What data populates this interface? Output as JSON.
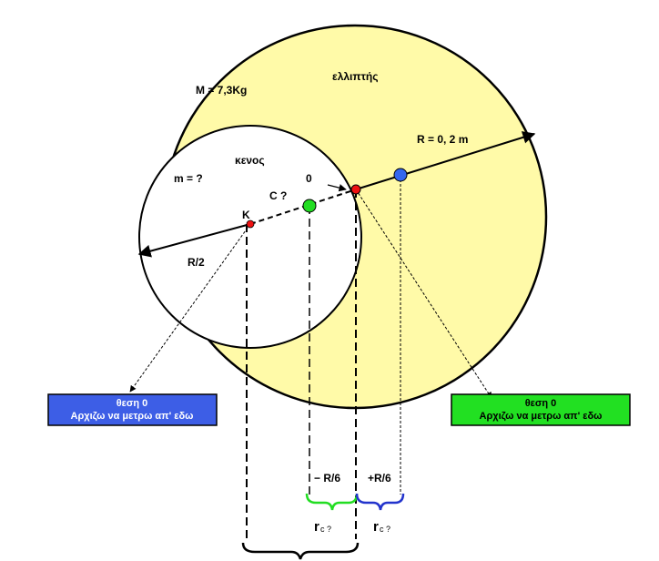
{
  "labels": {
    "outer_mass": "M = 7,3Kg",
    "outer_name": "ελλιπτής",
    "outer_radius": "R = 0, 2 m",
    "hole_name": "κενος",
    "hole_mass": "m = ?",
    "hole_radius": "R/2",
    "point_o": "0",
    "point_c": "C ?",
    "point_k": "K",
    "minus_r6": "− R/6",
    "plus_r6": "+R/6",
    "rc_left_main": "r",
    "rc_left_sub": "c ?",
    "rc_right_main": "r",
    "rc_right_sub": "c ?"
  },
  "boxes": {
    "left": {
      "line1": "θεση 0",
      "line2": "Αρχιζω να μετρω απ' εδω",
      "color": "#3d5ee6"
    },
    "right": {
      "line1": "θεση 0",
      "line2": "Αρχιζω να μετρω απ' εδω",
      "color": "#22e022"
    }
  },
  "colors": {
    "disk_fill": "#fffaa8",
    "hole_fill": "#ffffff",
    "point_red": "#ee1111",
    "point_green": "#22dd22",
    "point_blue": "#3366ee",
    "brace_green": "#22dd22",
    "brace_blue": "#2233cc",
    "brace_black": "#000000"
  }
}
